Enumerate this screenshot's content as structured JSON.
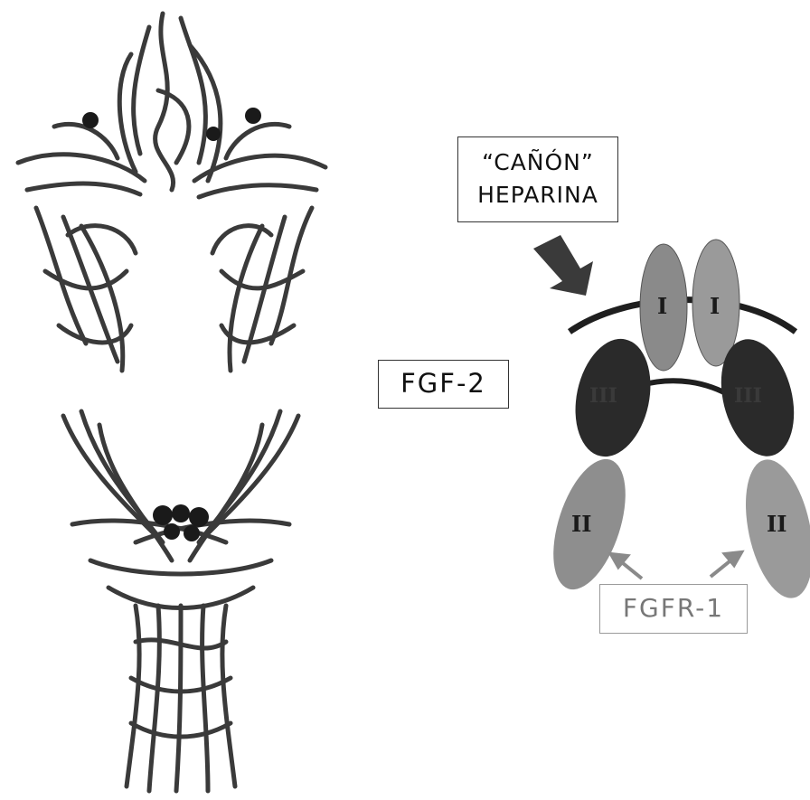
{
  "labels": {
    "canon_line1": "“CAÑÓN”",
    "canon_line2": "HEPARINA",
    "fgf2": "FGF-2",
    "fgfr1": "FGFR-1"
  },
  "domains": {
    "d1_left": "I",
    "d1_right": "I",
    "d3_left": "III",
    "d3_right": "III",
    "d2_left": "II",
    "d2_right": "II"
  },
  "colors": {
    "domain_light": "#9a9a9a",
    "domain_dark": "#2a2a2a",
    "arrow_big": "#3a3a3a",
    "arrow_small": "#8a8a8a",
    "ribbon": "#4a4a4a"
  }
}
